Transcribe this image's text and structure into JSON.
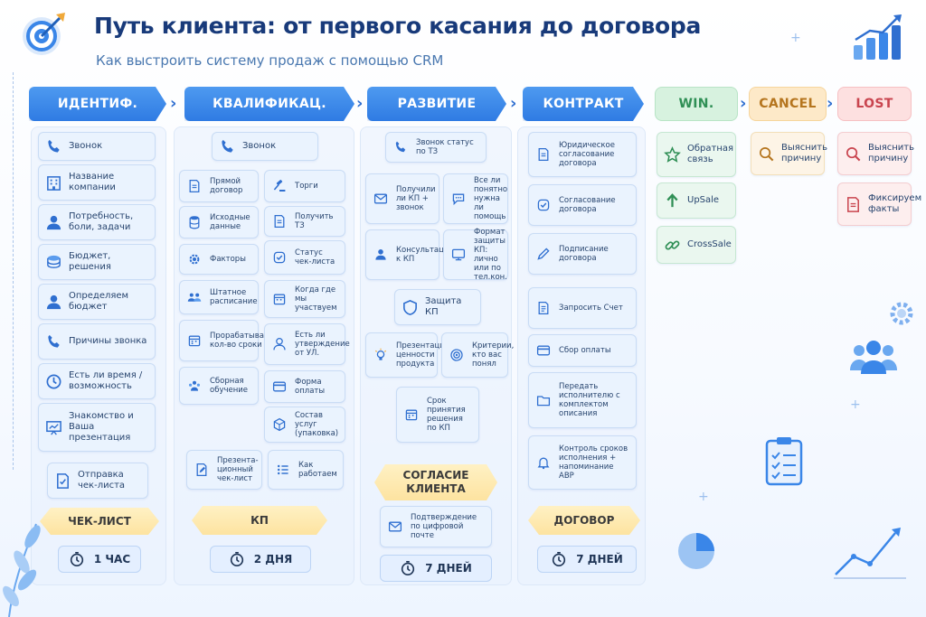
{
  "header": {
    "title": "Путь клиента: от первого касания до договора",
    "subtitle": "Как выстроить систему продаж с помощью CRM"
  },
  "colors": {
    "accent": "#2f7be3",
    "win": "#2f8f55",
    "cancel": "#b5751e",
    "lost": "#c9454f"
  },
  "stages": [
    {
      "id": "identify",
      "label": "ИДЕНТИФ."
    },
    {
      "id": "qualify",
      "label": "КВАЛИФИКАЦ."
    },
    {
      "id": "develop",
      "label": "РАЗВИТИЕ"
    },
    {
      "id": "contract",
      "label": "КОНТРАКТ"
    },
    {
      "id": "win",
      "label": "WIN."
    },
    {
      "id": "cancel",
      "label": "CANCEL"
    },
    {
      "id": "lost",
      "label": "LOST"
    }
  ],
  "identify": {
    "items": [
      {
        "text": "Звонок",
        "icon": "phone-icon"
      },
      {
        "text": "Название компании",
        "icon": "building-icon"
      },
      {
        "text": "Потребность, боли, задачи",
        "icon": "user-icon"
      },
      {
        "text": "Бюджет, решения",
        "icon": "coins-icon"
      },
      {
        "text": "Определяем бюджет",
        "icon": "user-icon"
      },
      {
        "text": "Причины звонка",
        "icon": "phone-icon"
      },
      {
        "text": "Есть ли время / возможность",
        "icon": "clock-icon"
      },
      {
        "text": "Знакомство и Ваша презентация",
        "icon": "presentation-icon"
      },
      {
        "text": "Отправка чек-листа",
        "icon": "checklist-icon"
      }
    ],
    "result": "ЧЕК-ЛИСТ",
    "time": "1 ЧАС"
  },
  "qualify": {
    "top": {
      "text": "Звонок",
      "icon": "phone-icon"
    },
    "left": [
      {
        "text": "Прямой договор",
        "icon": "document-icon"
      },
      {
        "text": "Исходные данные",
        "icon": "database-icon"
      },
      {
        "text": "Факторы",
        "icon": "gear-icon"
      },
      {
        "text": "Штатное расписание",
        "icon": "team-icon"
      },
      {
        "text": "Прорабатываем кол-во сроки",
        "icon": "calendar-icon"
      },
      {
        "text": "Сборная обучение",
        "icon": "group-icon"
      }
    ],
    "right": [
      {
        "text": "Торги",
        "icon": "gavel-icon"
      },
      {
        "text": "Получить ТЗ",
        "icon": "document-icon"
      },
      {
        "text": "Статус чек-листа",
        "icon": "check-circle-icon"
      },
      {
        "text": "Когда где мы участвуем",
        "icon": "calendar-icon"
      },
      {
        "text": "Есть ли утверждение от УЛ.",
        "icon": "user-icon"
      },
      {
        "text": "Форма оплаты",
        "icon": "card-icon"
      },
      {
        "text": "Состав услуг (упаковка)",
        "icon": "box-icon"
      }
    ],
    "bottom": [
      {
        "text": "Презента-ционный чек-лист",
        "icon": "edit-icon"
      },
      {
        "text": "Как работаем",
        "icon": "list-icon"
      }
    ],
    "result": "КП",
    "time": "2 ДНЯ"
  },
  "develop": {
    "top": {
      "text": "Звонок статус по ТЗ",
      "icon": "phone-icon"
    },
    "grid": [
      {
        "text": "Получили ли КП + звонок",
        "icon": "mail-icon"
      },
      {
        "text": "Все ли понятно нужна ли помощь",
        "icon": "chat-icon"
      },
      {
        "text": "Консультации к КП",
        "icon": "consult-icon"
      },
      {
        "text": "Формат защиты КП: лично или по тел.кон.",
        "icon": "monitor-icon"
      }
    ],
    "defense": {
      "text": "Защита КП",
      "icon": "shield-icon"
    },
    "grid2": [
      {
        "text": "Презентация ценности продукта",
        "icon": "idea-icon"
      },
      {
        "text": "Критерии, кто вас понял",
        "icon": "target-icon"
      }
    ],
    "deadline": {
      "text": "Срок принятия решения по КП",
      "icon": "calendar-icon"
    },
    "result": "СОГЛАСИЕ КЛИЕНТА",
    "confirm": {
      "text": "Подтверждение по цифровой почте",
      "icon": "mail-icon"
    },
    "time": "7 ДНЕЙ"
  },
  "contract": {
    "items": [
      {
        "text": "Юридическое согласование договора",
        "icon": "document-icon"
      },
      {
        "text": "Согласование договора",
        "icon": "check-circle-icon"
      },
      {
        "text": "Подписание договора",
        "icon": "pen-icon"
      },
      {
        "text": "Запросить Счет",
        "icon": "invoice-icon"
      },
      {
        "text": "Сбор оплаты",
        "icon": "card-icon"
      },
      {
        "text": "Передать исполнителю с комплектом описания",
        "icon": "folder-icon"
      },
      {
        "text": "Контроль сроков исполнения + напоминание АВР",
        "icon": "bell-icon"
      }
    ],
    "result": "ДОГОВОР",
    "time": "7 ДНЕЙ"
  },
  "win": {
    "items": [
      {
        "text": "Обратная связь",
        "icon": "star-icon"
      },
      {
        "text": "UpSale",
        "icon": "arrow-up-icon"
      },
      {
        "text": "CrossSale",
        "icon": "link-icon"
      }
    ]
  },
  "cancel": {
    "items": [
      {
        "text": "Выяснить причину",
        "icon": "magnifier-icon"
      }
    ]
  },
  "lost": {
    "items": [
      {
        "text": "Выяснить причину",
        "icon": "magnifier-icon"
      },
      {
        "text": "Фиксируем факты",
        "icon": "document-icon"
      }
    ]
  }
}
